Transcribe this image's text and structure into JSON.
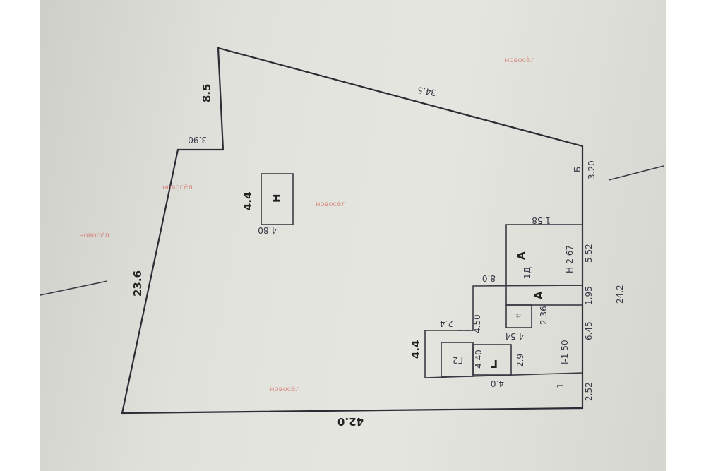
{
  "plan": {
    "dimensions": {
      "bottom": "42.0",
      "left": "23.6",
      "top_left": "8.5",
      "top_step": "3.90",
      "top_diagonal": "34.5",
      "right_top": "3.20",
      "right_mid": "5.52",
      "right_a": "1.95",
      "right_b": "6.45",
      "right_bottom": "2.52",
      "right_outer": "24.2",
      "annex_top": "1.58",
      "annex_mid": "8.0",
      "porch_left": "4.50",
      "porch_top": "2.4",
      "block_left": "4.4",
      "block_bottom": "4.0",
      "g_side": "2.9",
      "g_inner": "4.40",
      "room_w": "4.54",
      "room_h": "2.36",
      "shed_w": "4.80",
      "shed_h": "4.4"
    },
    "room_labels": {
      "main": "А",
      "main_area": "1Д",
      "main_note": "Н-2 67",
      "a1": "А",
      "a_small": "а",
      "g1": "Г",
      "g2": "Г2",
      "house_code": "I-1 50",
      "shed": "Н",
      "corner": "Б",
      "bottom_corner": "1"
    },
    "watermark": "новосёл"
  }
}
